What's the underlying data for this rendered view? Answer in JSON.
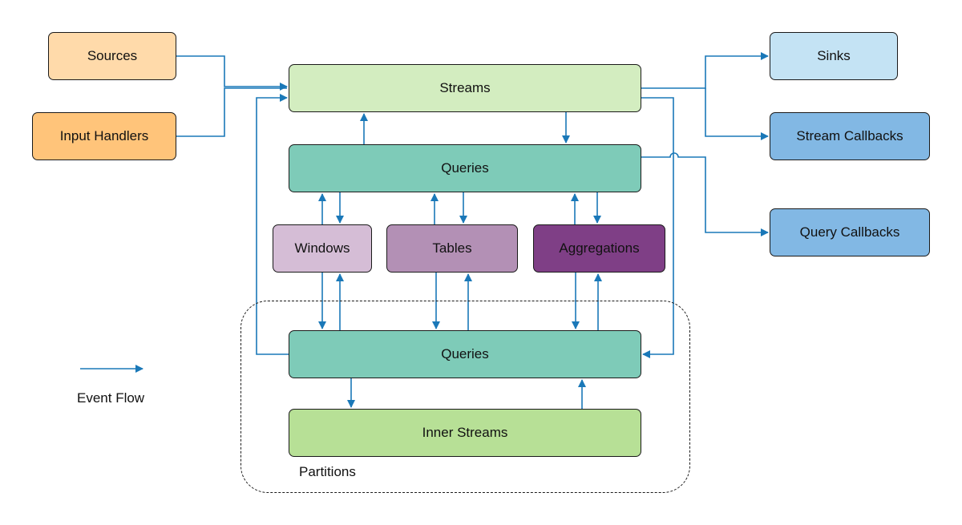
{
  "nodes": {
    "sources": {
      "label": "Sources",
      "color": "#FFDAAA"
    },
    "input_handlers": {
      "label": "Input Handlers",
      "color": "#FFC47A"
    },
    "streams": {
      "label": "Streams",
      "color": "#D3EDC0"
    },
    "queries_top": {
      "label": "Queries",
      "color": "#7ECBB8"
    },
    "windows": {
      "label": "Windows",
      "color": "#D5BDD6"
    },
    "tables": {
      "label": "Tables",
      "color": "#B390B5"
    },
    "aggregations": {
      "label": "Aggregations",
      "color": "#7F3F86"
    },
    "queries_partition": {
      "label": "Queries",
      "color": "#7ECBB8"
    },
    "inner_streams": {
      "label": "Inner Streams",
      "color": "#B7E096"
    },
    "sinks": {
      "label": "Sinks",
      "color": "#C4E3F4"
    },
    "stream_callbacks": {
      "label": "Stream Callbacks",
      "color": "#82B8E4"
    },
    "query_callbacks": {
      "label": "Query Callbacks",
      "color": "#82B8E4"
    }
  },
  "partitions_label": "Partitions",
  "legend": {
    "label": "Event Flow"
  },
  "colors": {
    "arrow": "#1A78B8",
    "border": "#1A1A1A"
  }
}
